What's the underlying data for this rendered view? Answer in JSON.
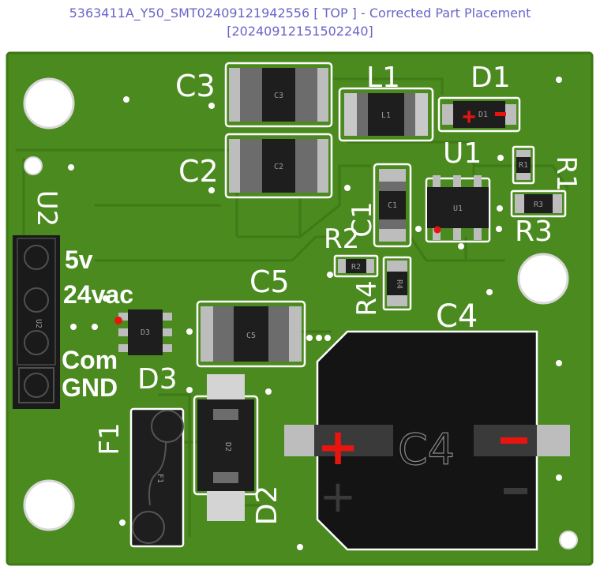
{
  "header": {
    "line1": "5363411A_Y50_SMT02409121942556 [ TOP ] - Corrected Part Placement",
    "line2": "[20240912151502240]"
  },
  "colors": {
    "board": "#4a8a1e",
    "board_edge": "#3d7a16",
    "silkscreen": "#ffffff",
    "body": "#1e1e1e",
    "pad": "#cfcfcf",
    "marker": "#e8150f",
    "title": "#6a64c8"
  },
  "components": {
    "C1": {
      "ref": "C1",
      "pkg": "C1"
    },
    "C2": {
      "ref": "C2",
      "pkg": "C2"
    },
    "C3": {
      "ref": "C3",
      "pkg": "C3"
    },
    "C4": {
      "ref": "C4",
      "pkg": "C4"
    },
    "C5": {
      "ref": "C5",
      "pkg": "C5"
    },
    "L1": {
      "ref": "L1",
      "pkg": "L1"
    },
    "D1": {
      "ref": "D1",
      "pkg": "D1"
    },
    "D2": {
      "ref": "D2",
      "pkg": "D2"
    },
    "D3": {
      "ref": "D3",
      "pkg": "D3"
    },
    "U1": {
      "ref": "U1",
      "pkg": "U1"
    },
    "U2": {
      "ref": "U2",
      "pkg": "U2"
    },
    "R1": {
      "ref": "R1",
      "pkg": "R1"
    },
    "R2": {
      "ref": "R2",
      "pkg": "R2"
    },
    "R3": {
      "ref": "R3",
      "pkg": "R3"
    },
    "R4": {
      "ref": "R4",
      "pkg": "R4"
    },
    "F1": {
      "ref": "F1",
      "pkg": "F1"
    }
  },
  "connector_labels": [
    "5v",
    "24vac",
    "Com",
    "GND"
  ],
  "polarity": {
    "plus": "+",
    "minus": "−"
  }
}
